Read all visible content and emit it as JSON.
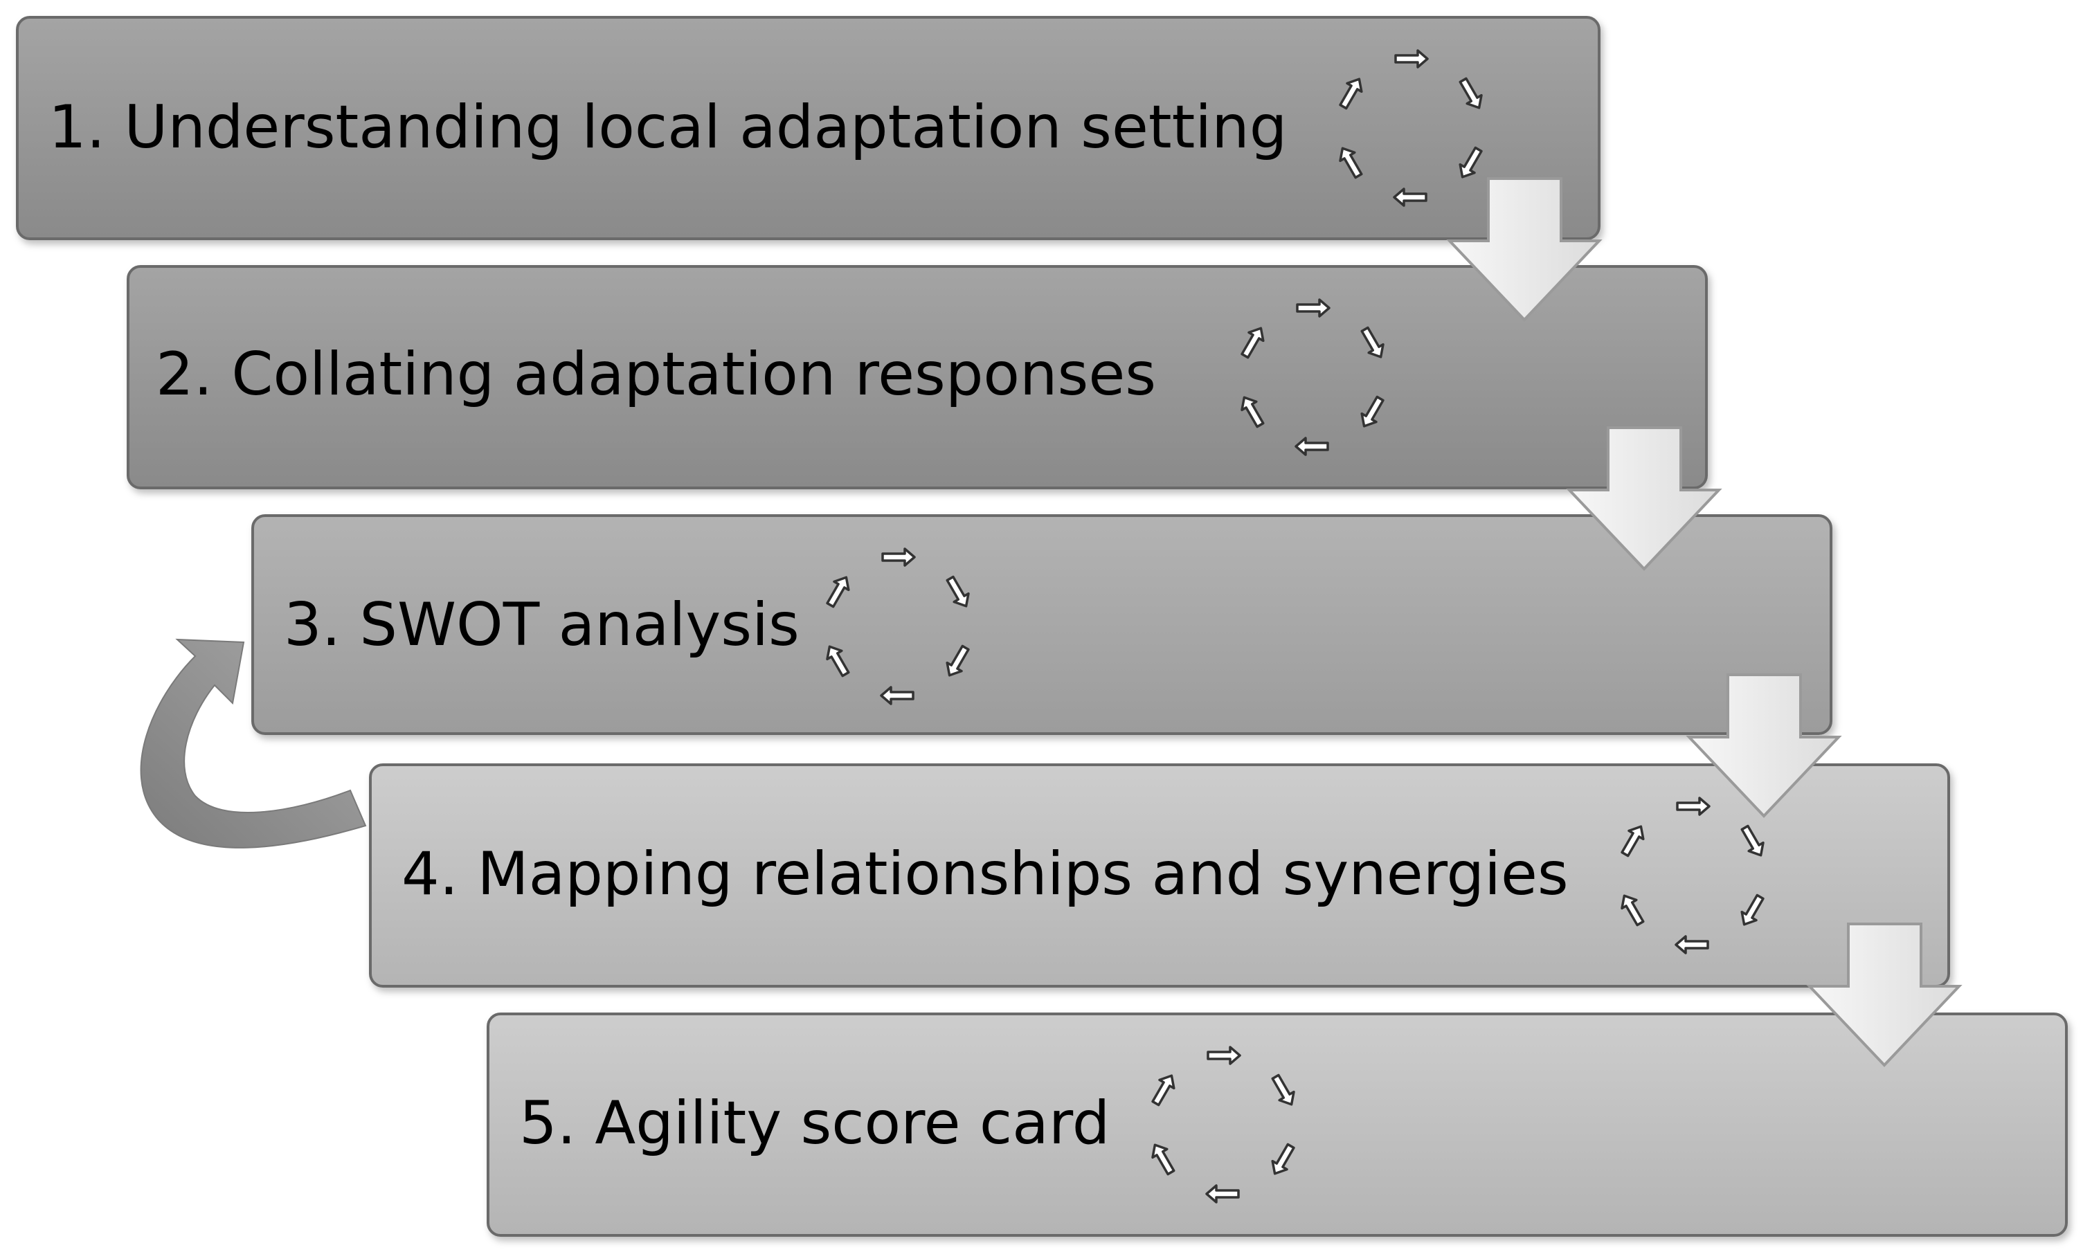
{
  "colors": {
    "box_dark": "#8f8f8f",
    "box_light": "#bdbdbd",
    "box_border": "#6b6b6b",
    "down_arrow_fill": "#ececec",
    "down_arrow_border": "#9a9a9a",
    "feedback_arrow": "#8c8c8c",
    "cycle_icon_fill": "#ffffff",
    "cycle_icon_stroke": "#333333",
    "text": "#000000"
  },
  "steps": [
    {
      "label": "1. Understanding local adaptation setting",
      "icon": "cycle-arrows-icon"
    },
    {
      "label": "2. Collating adaptation responses",
      "icon": "cycle-arrows-icon"
    },
    {
      "label": "3. SWOT analysis",
      "icon": "cycle-arrows-icon"
    },
    {
      "label": "4. Mapping relationships and synergies",
      "icon": "cycle-arrows-icon"
    },
    {
      "label": "5. Agility score card",
      "icon": "cycle-arrows-icon"
    }
  ],
  "connectors": {
    "down_arrows": [
      "down-arrow-icon",
      "down-arrow-icon",
      "down-arrow-icon",
      "down-arrow-icon"
    ],
    "feedback": {
      "from_step": 4,
      "to_step": 3,
      "icon": "curved-arrow-icon"
    }
  }
}
